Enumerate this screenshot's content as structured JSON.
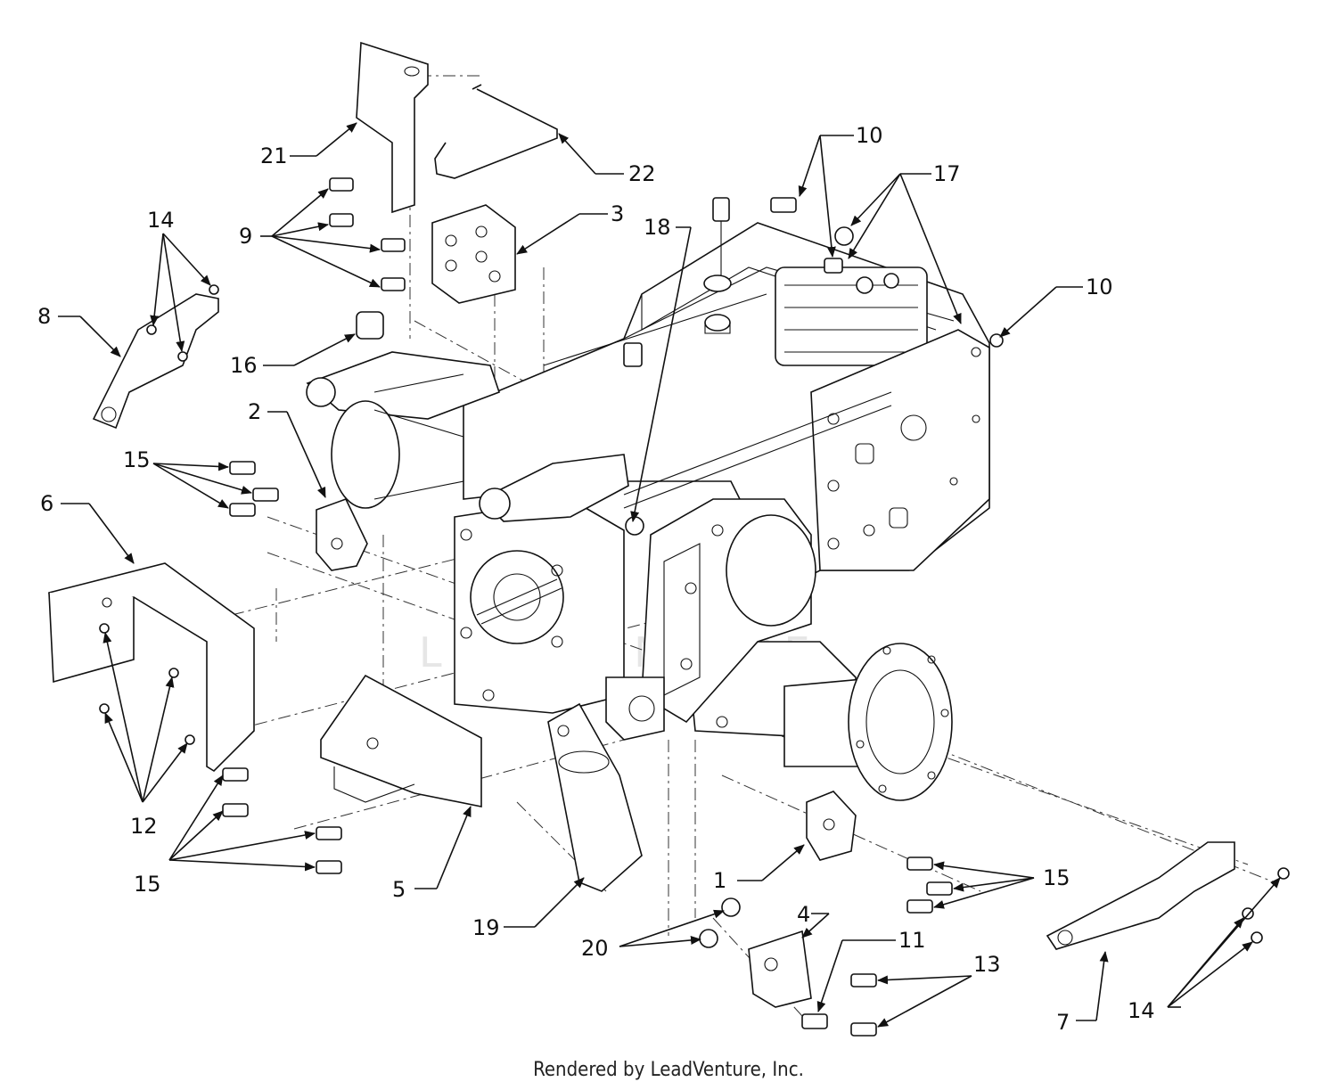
{
  "diagram": {
    "callouts": [
      {
        "id": "c1",
        "label": "1"
      },
      {
        "id": "c2",
        "label": "2"
      },
      {
        "id": "c3",
        "label": "3"
      },
      {
        "id": "c4",
        "label": "4"
      },
      {
        "id": "c5",
        "label": "5"
      },
      {
        "id": "c6",
        "label": "6"
      },
      {
        "id": "c7",
        "label": "7"
      },
      {
        "id": "c8",
        "label": "8"
      },
      {
        "id": "c9",
        "label": "9"
      },
      {
        "id": "c10a",
        "label": "10"
      },
      {
        "id": "c10b",
        "label": "10"
      },
      {
        "id": "c11",
        "label": "11"
      },
      {
        "id": "c12",
        "label": "12"
      },
      {
        "id": "c13",
        "label": "13"
      },
      {
        "id": "c14a",
        "label": "14"
      },
      {
        "id": "c14b",
        "label": "14"
      },
      {
        "id": "c15a",
        "label": "15"
      },
      {
        "id": "c15b",
        "label": "15"
      },
      {
        "id": "c15c",
        "label": "15"
      },
      {
        "id": "c16",
        "label": "16"
      },
      {
        "id": "c17",
        "label": "17"
      },
      {
        "id": "c18",
        "label": "18"
      },
      {
        "id": "c19",
        "label": "19"
      },
      {
        "id": "c20",
        "label": "20"
      },
      {
        "id": "c21",
        "label": "21"
      },
      {
        "id": "c22",
        "label": "22"
      }
    ],
    "colors": {
      "line": "#111111",
      "background": "#ffffff",
      "watermark": "#e6e6e6"
    }
  },
  "footer": {
    "credit": "Rendered by LeadVenture, Inc."
  }
}
